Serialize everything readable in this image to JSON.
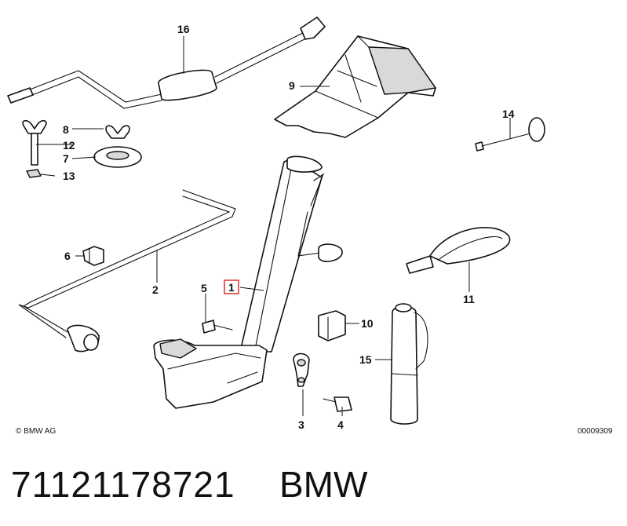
{
  "diagram": {
    "labels": [
      {
        "id": "p1",
        "text": "1",
        "highlighted": true
      },
      {
        "id": "p2",
        "text": "2"
      },
      {
        "id": "p3",
        "text": "3"
      },
      {
        "id": "p4",
        "text": "4"
      },
      {
        "id": "p5",
        "text": "5"
      },
      {
        "id": "p6",
        "text": "6"
      },
      {
        "id": "p7",
        "text": "7"
      },
      {
        "id": "p8",
        "text": "8"
      },
      {
        "id": "p9",
        "text": "9"
      },
      {
        "id": "p10",
        "text": "10"
      },
      {
        "id": "p11",
        "text": "11"
      },
      {
        "id": "p12",
        "text": "12"
      },
      {
        "id": "p13",
        "text": "13"
      },
      {
        "id": "p14",
        "text": "14"
      },
      {
        "id": "p15",
        "text": "15"
      },
      {
        "id": "p16",
        "text": "16"
      }
    ],
    "copyright": "© BMW AG",
    "drawing_code": "00009309",
    "highlight_color": "#e0302f"
  },
  "footer": {
    "part_number": "71121178721",
    "brand": "BMW"
  }
}
